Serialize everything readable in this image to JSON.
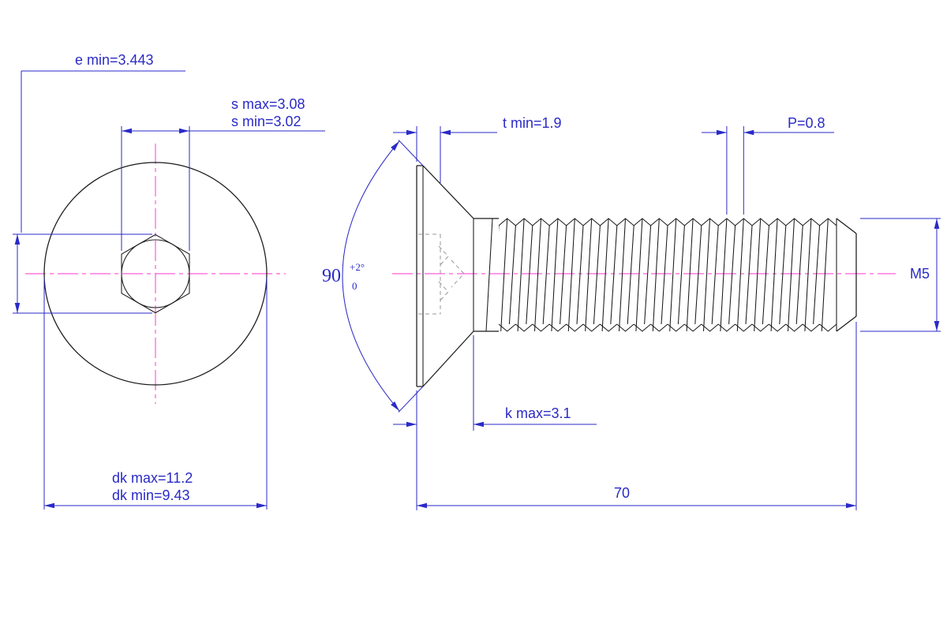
{
  "title": "Countersunk socket screw technical drawing",
  "colors": {
    "dimension": "#2a2ac8",
    "centerline": "#ff5cd6",
    "outline": "#1a1a1a",
    "hidden": "#9a9a9a",
    "background": "#ffffff"
  },
  "labels": {
    "e_min": "e min=3.443",
    "s_max": "s max=3.08",
    "s_min": "s min=3.02",
    "dk_max": "dk max=11.2",
    "dk_min": "dk min=9.43",
    "angle": "90",
    "angle_tol_plus": "+2°",
    "angle_tol_minus": "0",
    "t_min": "t min=1.9",
    "pitch": "P=0.8",
    "thread": "M5",
    "k_max": "k max=3.1",
    "length": "70"
  }
}
